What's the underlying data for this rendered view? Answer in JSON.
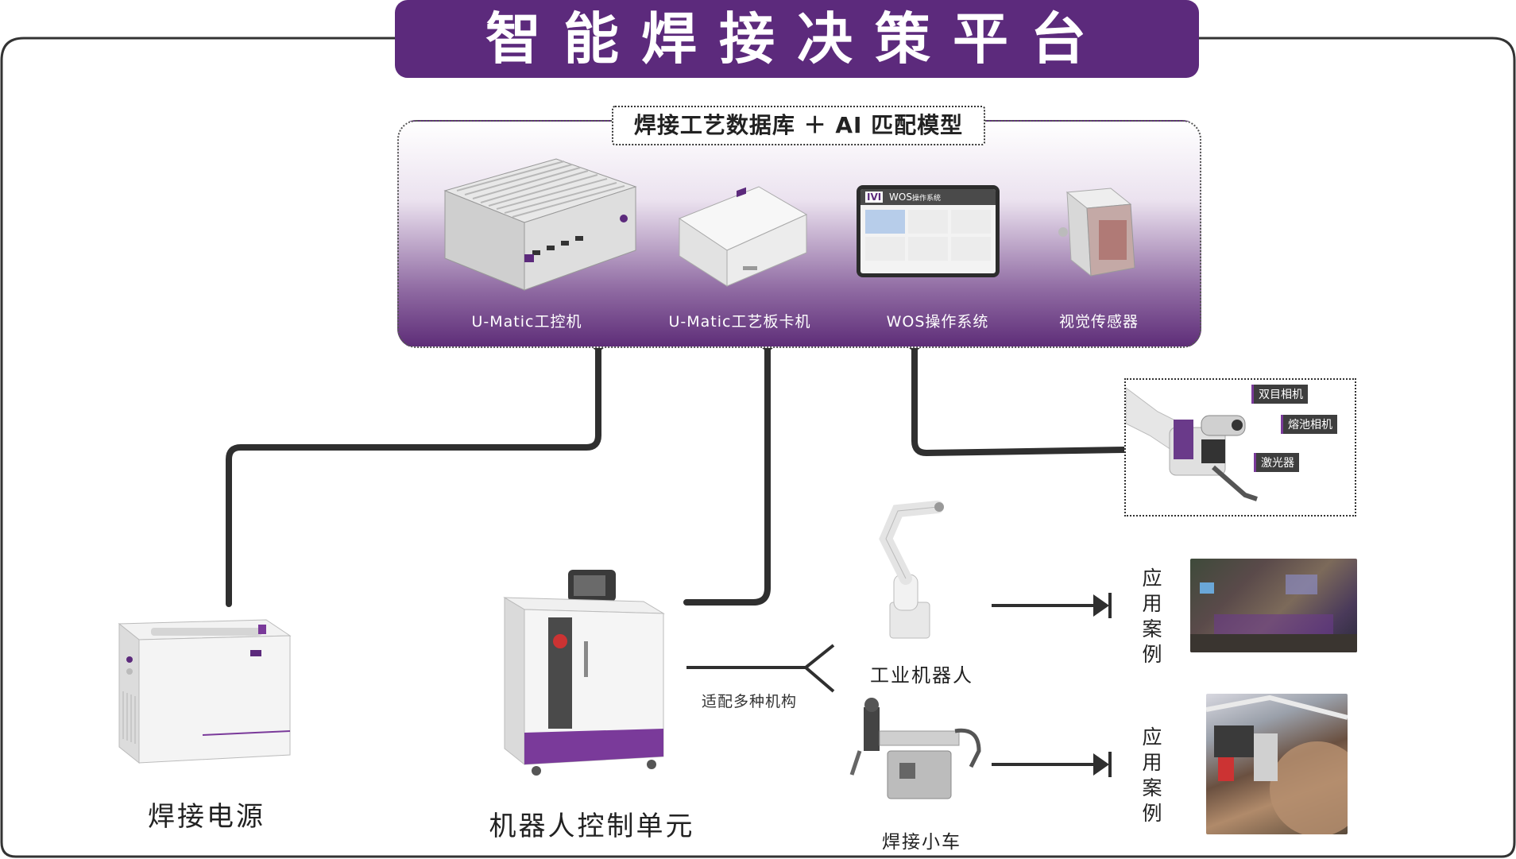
{
  "title": "智能焊接决策平台",
  "subtitle": "焊接工艺数据库 ＋ AI 匹配模型",
  "platform_items": [
    {
      "label": "U-Matic工控机",
      "icon": "industrial-pc-icon"
    },
    {
      "label": "U-Matic工艺板卡机",
      "icon": "process-board-icon"
    },
    {
      "label": "WOS操作系统",
      "icon": "tablet-os-icon"
    },
    {
      "label": "视觉传感器",
      "icon": "vision-sensor-icon"
    }
  ],
  "tablet": {
    "brand": "WOS",
    "caption": "操作系统"
  },
  "sensor_tags": [
    "双目相机",
    "熔池相机",
    "激光器"
  ],
  "devices": {
    "power_source": "焊接电源",
    "robot_control": "机器人控制单元",
    "industrial_robot": "工业机器人",
    "welding_carriage": "焊接小车",
    "adapter_note": "适配多种机构"
  },
  "case_label": "应用案例",
  "case_chars": [
    "应",
    "用",
    "案",
    "例"
  ],
  "colors": {
    "brand_purple": "#5c2a7c",
    "line": "#2f2f2f"
  }
}
